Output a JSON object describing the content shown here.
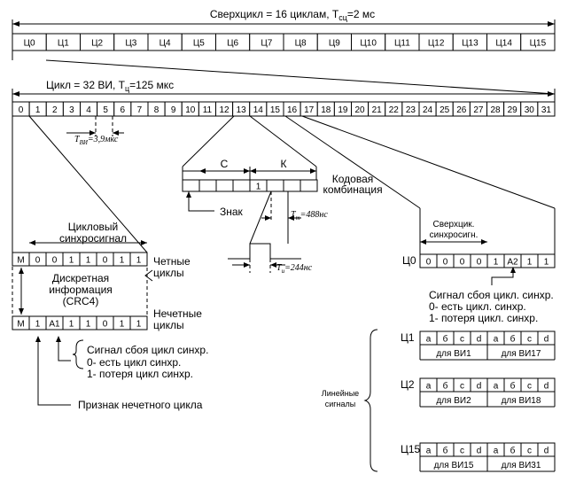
{
  "superframe": {
    "title": "Сверхцикл = 16 циклам, Т",
    "title_sub": "сц",
    "title_tail": "=2 мс",
    "frames": [
      "Ц0",
      "Ц1",
      "Ц2",
      "Ц3",
      "Ц4",
      "Ц5",
      "Ц6",
      "Ц7",
      "Ц8",
      "Ц9",
      "Ц10",
      "Ц11",
      "Ц12",
      "Ц13",
      "Ц14",
      "Ц15"
    ]
  },
  "frame": {
    "title": "Цикл = 32 ВИ, Т",
    "title_sub": "ц",
    "title_tail": "=125 мкс",
    "slots": [
      "0",
      "1",
      "2",
      "3",
      "4",
      "5",
      "6",
      "7",
      "8",
      "9",
      "10",
      "11",
      "12",
      "13",
      "14",
      "15",
      "16",
      "17",
      "18",
      "19",
      "20",
      "21",
      "22",
      "23",
      "24",
      "25",
      "26",
      "27",
      "28",
      "29",
      "30",
      "31"
    ]
  },
  "timeslot": {
    "duration_label": "T",
    "duration_sub": "ВИ",
    "duration_value": "=3,9мкс"
  },
  "codeword": {
    "c_label": "С",
    "k_label": "К",
    "bit_value": "1",
    "label_line1": "Кодовая",
    "label_line2": "комбинация",
    "sign_label": "Знак",
    "bit_period": "T",
    "bit_period_sub": "т",
    "bit_period_value": "=488нс",
    "pulse_period": "T",
    "pulse_period_sub": "и",
    "pulse_period_value": "=244нс"
  },
  "frame_sync": {
    "title_line1": "Цикловый",
    "title_line2": "синхросигнал",
    "even_bits": [
      "M",
      "0",
      "0",
      "1",
      "1",
      "0",
      "1",
      "1"
    ],
    "even_label_line1": "Четные",
    "even_label_line2": "циклы",
    "info_line1": "Дискретная",
    "info_line2": "информация",
    "info_line3": "(CRC4)",
    "odd_bits": [
      "M",
      "1",
      "A1",
      "1",
      "1",
      "0",
      "1",
      "1"
    ],
    "odd_label_line1": "Нечетные",
    "odd_label_line2": "циклы",
    "alarm_line1": "Сигнал сбоя цикл синхр.",
    "alarm_line2": "0- есть цикл синхр.",
    "alarm_line3": "1- потеря цикл синхр.",
    "odd_marker_label": "Признак нечетного цикла"
  },
  "multiframe_sync": {
    "title_line1": "Сверхцик.",
    "title_line2": "синхросигн.",
    "frame_label": "Ц0",
    "bits": [
      "0",
      "0",
      "0",
      "0",
      "1",
      "A2",
      "1",
      "1"
    ],
    "alarm_line1": "Сигнал сбоя цикл. синхр.",
    "alarm_line2": "0- есть цикл. синхр.",
    "alarm_line3": "1- потеря цикл. синхр."
  },
  "line_signals": {
    "label_line1": "Линейные",
    "label_line2": "сигналы",
    "bits": [
      "a",
      "б",
      "c",
      "d",
      "a",
      "б",
      "c",
      "d"
    ],
    "rows": [
      {
        "frame": "Ц1",
        "left": "для ВИ1",
        "right": "для ВИ17"
      },
      {
        "frame": "Ц2",
        "left": "для ВИ2",
        "right": "для ВИ18"
      },
      {
        "frame": "Ц15",
        "left": "для ВИ15",
        "right": "для ВИ31"
      }
    ]
  }
}
